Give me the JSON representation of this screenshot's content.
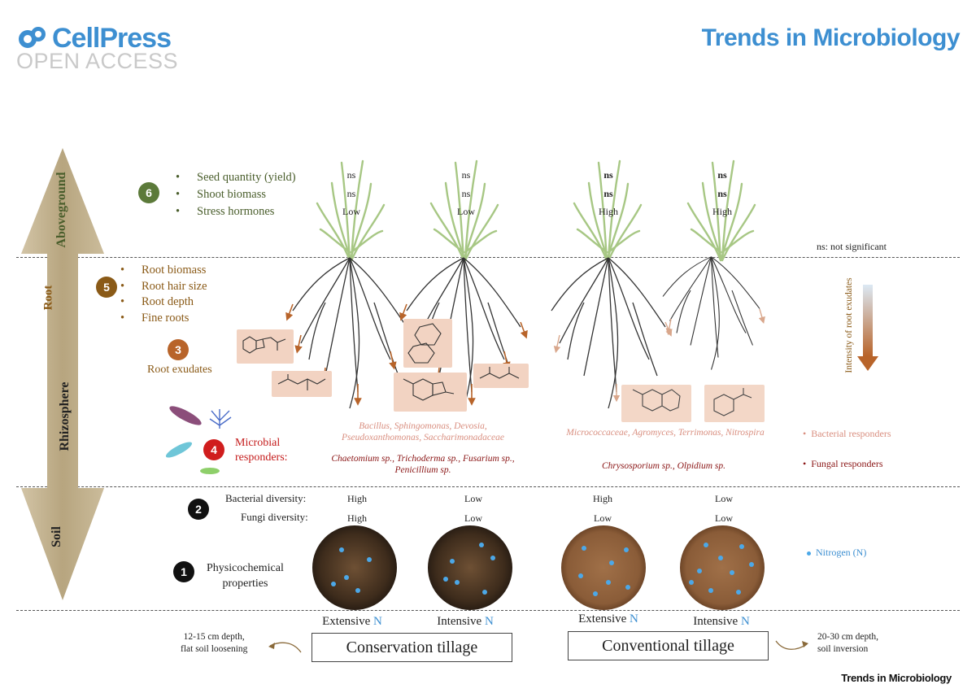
{
  "header": {
    "logo_main": "CellPress",
    "logo_sub": "OPEN ACCESS",
    "journal": "Trends in Microbiology",
    "footer_journal": "Trends in Microbiology"
  },
  "arrow_labels": {
    "aboveground": "Aboveground",
    "root": "Root",
    "rhizosphere": "Rhizosphere",
    "soil": "Soil"
  },
  "aboveground": {
    "badge": "6",
    "items": [
      "Seed quantity (yield)",
      "Shoot biomass",
      "Stress hormones"
    ],
    "columns": [
      {
        "values": [
          "ns",
          "ns",
          "Low"
        ]
      },
      {
        "values": [
          "ns",
          "ns",
          "Low"
        ]
      },
      {
        "values": [
          "ns",
          "ns",
          "High"
        ]
      },
      {
        "values": [
          "ns",
          "ns",
          "High"
        ]
      }
    ],
    "note": "ns: not significant"
  },
  "root": {
    "badge": "5",
    "items": [
      "Root biomass",
      "Root hair size",
      "Root depth",
      "Fine roots"
    ]
  },
  "exudates": {
    "badge": "3",
    "label": "Root exudates",
    "intensity_label": "Intensity of root exudates"
  },
  "microbes": {
    "badge": "4",
    "label_line1": "Microbial",
    "label_line2": "responders:",
    "conservation_bacteria_1": "Bacillus, Sphingomonas, Devosia,",
    "conservation_bacteria_2": "Pseudoxanthomonas, Saccharimonadaceae",
    "conservation_fungi_1": "Chaetomium sp., Trichoderma sp., Fusarium sp.,",
    "conservation_fungi_2": "Penicillium sp.",
    "conventional_bacteria": "Micrococcaceae, Agromyces, Terrimonas, Nitrospira",
    "conventional_fungi": "Chrysosporium sp., Olpidium sp.",
    "legend_bacterial": "Bacterial responders",
    "legend_fungal": "Fungal responders"
  },
  "diversity": {
    "badge": "2",
    "bacterial_label": "Bacterial diversity:",
    "fungi_label": "Fungi diversity:",
    "bacterial": [
      "High",
      "Low",
      "High",
      "Low"
    ],
    "fungi": [
      "High",
      "Low",
      "Low",
      "Low"
    ]
  },
  "physchem": {
    "badge": "1",
    "label_line1": "Physicochemical",
    "label_line2": "properties",
    "nitrogen_legend": "Nitrogen  (N)"
  },
  "tillage": {
    "columns": [
      {
        "label": "Extensive",
        "n": "N"
      },
      {
        "label": "Intensive",
        "n": "N"
      },
      {
        "label": "Extensive",
        "n": "N"
      },
      {
        "label": "Intensive",
        "n": "N"
      }
    ],
    "conservation": "Conservation tillage",
    "conventional": "Conventional tillage",
    "conservation_note_1": "12-15 cm depth,",
    "conservation_note_2": "flat soil loosening",
    "conventional_note_1": "20-30 cm depth,",
    "conventional_note_2": "soil inversion"
  },
  "colors": {
    "brand_blue": "#3d8fd1",
    "aboveground_green": "#4a5e2c",
    "root_brown": "#8a5a17",
    "exudate_orange": "#b8642a",
    "microbe_red": "#c41a1a",
    "bacterial_pink": "#d98f80",
    "fungal_darkred": "#8a1515",
    "nitrogen_blue": "#4ca8e8",
    "arrow_tan": "#c2b18f"
  }
}
